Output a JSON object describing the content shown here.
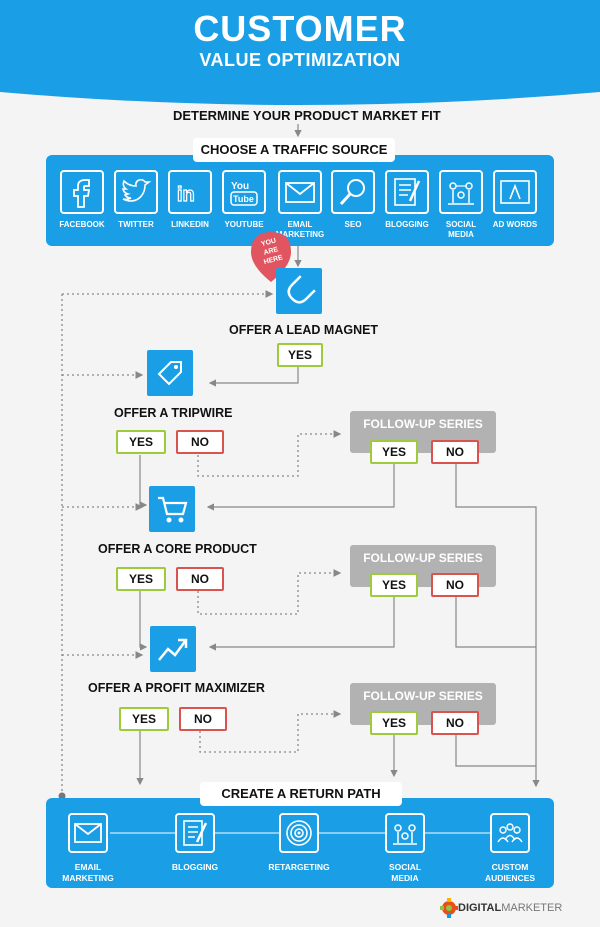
{
  "header": {
    "title": "CUSTOMER",
    "subtitle": "VALUE OPTIMIZATION",
    "bg_color": "#1a9fe6"
  },
  "step_top": "DETERMINE YOUR PRODUCT MARKET FIT",
  "traffic": {
    "title": "CHOOSE A TRAFFIC SOURCE",
    "items": [
      {
        "label": "FACEBOOK",
        "icon": "facebook-icon"
      },
      {
        "label": "TWITTER",
        "icon": "twitter-icon"
      },
      {
        "label": "LINKEDIN",
        "icon": "linkedin-icon"
      },
      {
        "label": "YOUTUBE",
        "icon": "youtube-icon"
      },
      {
        "label": "EMAIL\nMARKETING",
        "icon": "email-icon"
      },
      {
        "label": "SEO",
        "icon": "magnifier-icon"
      },
      {
        "label": "BLOGGING",
        "icon": "blogging-icon"
      },
      {
        "label": "SOCIAL\nMEDIA",
        "icon": "social-media-icon"
      },
      {
        "label": "AD WORDS",
        "icon": "adwords-icon"
      }
    ]
  },
  "pin_text": "YOU\nARE\nHERE",
  "steps": {
    "lead_magnet": "OFFER A LEAD MAGNET",
    "tripwire": "OFFER A TRIPWIRE",
    "core_product": "OFFER A CORE PRODUCT",
    "profit_maximizer": "OFFER A PROFIT MAXIMIZER"
  },
  "yes": "YES",
  "no": "NO",
  "follow_up": "FOLLOW-UP SERIES",
  "return_path": {
    "title": "CREATE A RETURN PATH",
    "items": [
      {
        "label": "EMAIL\nMARKETING",
        "icon": "email-icon"
      },
      {
        "label": "BLOGGING",
        "icon": "blogging-icon"
      },
      {
        "label": "RETARGETING",
        "icon": "target-icon"
      },
      {
        "label": "SOCIAL\nMEDIA",
        "icon": "social-media-icon"
      },
      {
        "label": "CUSTOM\nAUDIENCES",
        "icon": "audience-icon"
      }
    ]
  },
  "logo": {
    "bold": "DIGITAL",
    "light": "MARKETER"
  },
  "colors": {
    "blue": "#1a9fe6",
    "yes_border": "#9ecb3c",
    "no_border": "#d9534f",
    "follow_up_bg": "#b2b2b2",
    "pin": "#e05560"
  }
}
